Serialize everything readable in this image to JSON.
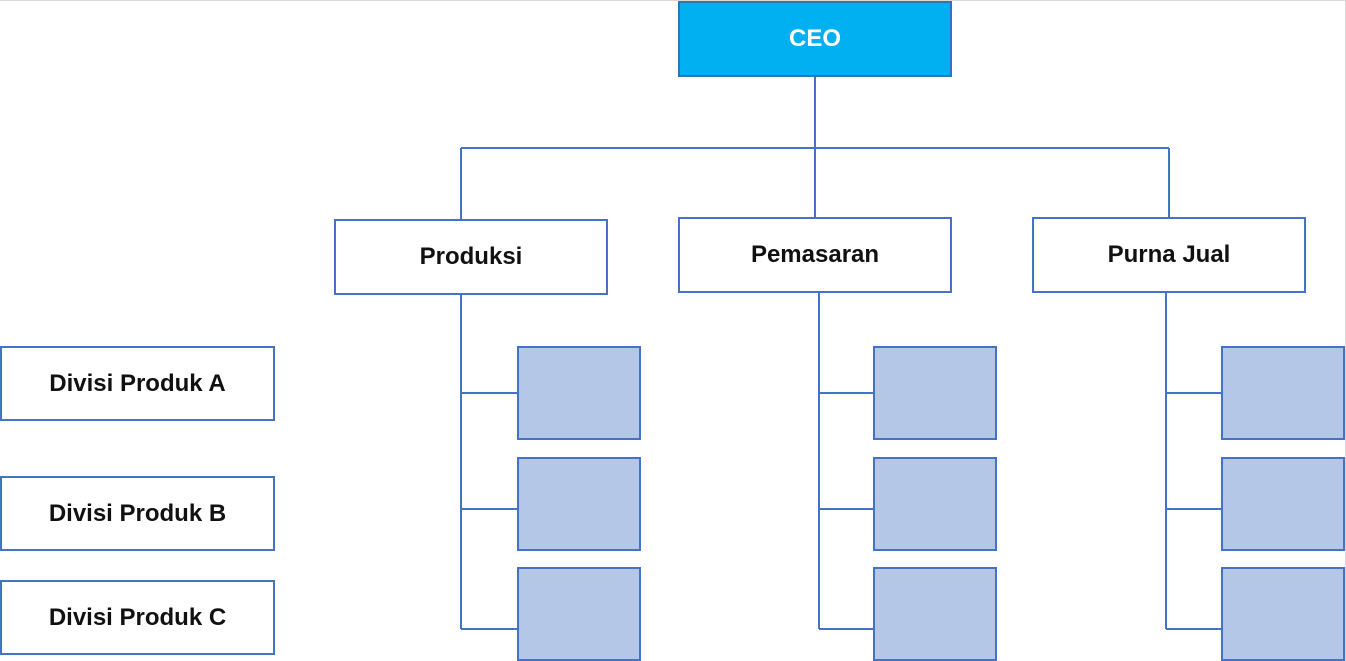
{
  "root": {
    "label": "CEO"
  },
  "departments": [
    {
      "label": "Produksi",
      "sub_count": 3
    },
    {
      "label": "Pemasaran",
      "sub_count": 3
    },
    {
      "label": "Purna Jual",
      "sub_count": 3
    }
  ],
  "divisions": [
    {
      "label": "Divisi Produk A"
    },
    {
      "label": "Divisi Produk B"
    },
    {
      "label": "Divisi Produk C"
    }
  ],
  "colors": {
    "root_fill": "#00b0f0",
    "sub_fill": "#b4c7e7",
    "line": "#4472c4"
  }
}
